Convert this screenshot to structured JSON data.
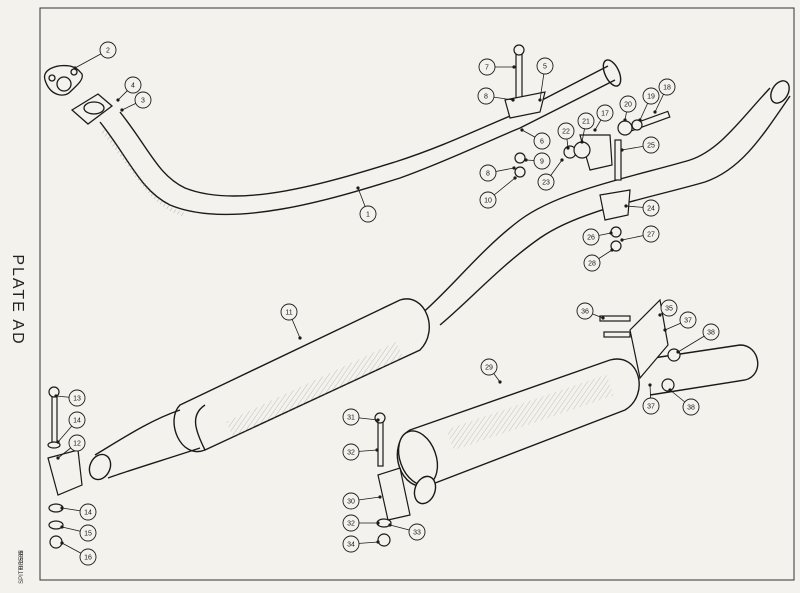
{
  "plate": {
    "title": "PLATE AD",
    "code": "8 1565",
    "model": "SPITFIRE III"
  },
  "callouts": [
    {
      "n": "1"
    },
    {
      "n": "2"
    },
    {
      "n": "3"
    },
    {
      "n": "4"
    },
    {
      "n": "5"
    },
    {
      "n": "6"
    },
    {
      "n": "7"
    },
    {
      "n": "8"
    },
    {
      "n": "8"
    },
    {
      "n": "9"
    },
    {
      "n": "10"
    },
    {
      "n": "11"
    },
    {
      "n": "12"
    },
    {
      "n": "13"
    },
    {
      "n": "14"
    },
    {
      "n": "14"
    },
    {
      "n": "15"
    },
    {
      "n": "16"
    },
    {
      "n": "17"
    },
    {
      "n": "18"
    },
    {
      "n": "19"
    },
    {
      "n": "20"
    },
    {
      "n": "21"
    },
    {
      "n": "22"
    },
    {
      "n": "23"
    },
    {
      "n": "24"
    },
    {
      "n": "25"
    },
    {
      "n": "26"
    },
    {
      "n": "27"
    },
    {
      "n": "28"
    },
    {
      "n": "29"
    },
    {
      "n": "30"
    },
    {
      "n": "31"
    },
    {
      "n": "32"
    },
    {
      "n": "32"
    },
    {
      "n": "33"
    },
    {
      "n": "34"
    },
    {
      "n": "35"
    },
    {
      "n": "36"
    },
    {
      "n": "37"
    },
    {
      "n": "37"
    },
    {
      "n": "38"
    },
    {
      "n": "38"
    }
  ],
  "colors": {
    "ink": "#1a1a1a",
    "paper": "#f4f2ec",
    "shade": "#8a8a8a"
  }
}
